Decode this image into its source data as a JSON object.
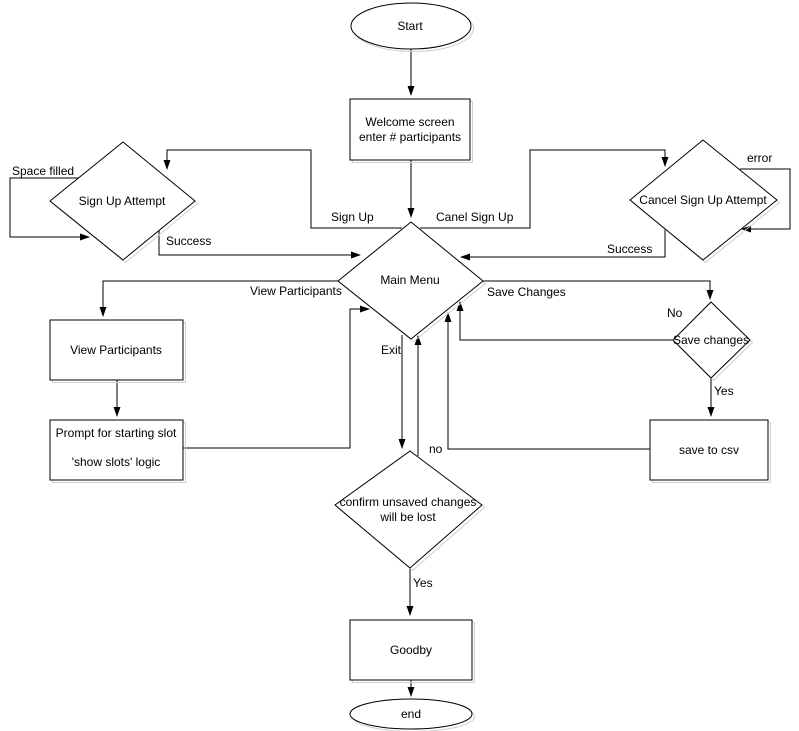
{
  "diagram": {
    "title": "sign-up flowchart",
    "colors": {
      "background": "#ffffff",
      "line": "#000000",
      "shadow": "#cfcfcf",
      "text": "#000000"
    },
    "nodes": {
      "start": {
        "label": "Start"
      },
      "welcome": {
        "line1": "Welcome screen",
        "line2": "enter # participants"
      },
      "signup_attempt": {
        "label": "Sign Up Attempt"
      },
      "cancel_signup_attempt": {
        "label": "Cancel Sign Up Attempt"
      },
      "main_menu": {
        "label": "Main Menu"
      },
      "view_participants": {
        "label": "View Participants"
      },
      "prompt": {
        "line1": "Prompt for starting slot",
        "line2": "'show slots' logic"
      },
      "save_changes": {
        "label": "Save changes"
      },
      "save_to_csv": {
        "label": "save to csv"
      },
      "confirm": {
        "line1": "confirm unsaved changes",
        "line2": "will be lost"
      },
      "goodby": {
        "label": "Goodby"
      },
      "end": {
        "label": "end"
      }
    },
    "edge_labels": {
      "space_filled": "Space filled",
      "sign_up": "Sign Up",
      "canel_sign_up": "Canel Sign Up",
      "error": "error",
      "success_left": "Success",
      "success_right": "Success",
      "view_participants": "View Participants",
      "save_changes": "Save Changes",
      "no_save": "No",
      "yes_save": "Yes",
      "exit": "Exit",
      "no_confirm": "no",
      "yes_confirm": "Yes"
    }
  }
}
